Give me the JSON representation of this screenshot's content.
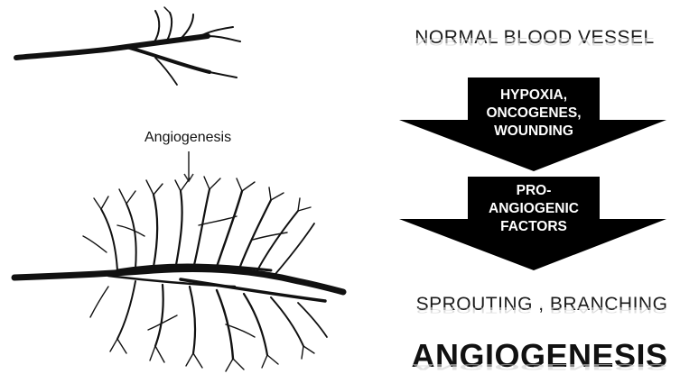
{
  "flow": {
    "title": "NORMAL BLOOD VESSEL",
    "step1": [
      "HYPOXIA,",
      "ONCOGENES,",
      "WOUNDING"
    ],
    "step2": [
      "PRO-",
      "ANGIOGENIC",
      "FACTORS"
    ],
    "result": "SPROUTING , BRANCHING",
    "final": "ANGIOGENESIS"
  },
  "illustration": {
    "arrow_label": "Angiogenesis"
  },
  "colors": {
    "arrow_fill": "#000000",
    "arrow_text": "#ffffff",
    "vessel": "#111111"
  }
}
